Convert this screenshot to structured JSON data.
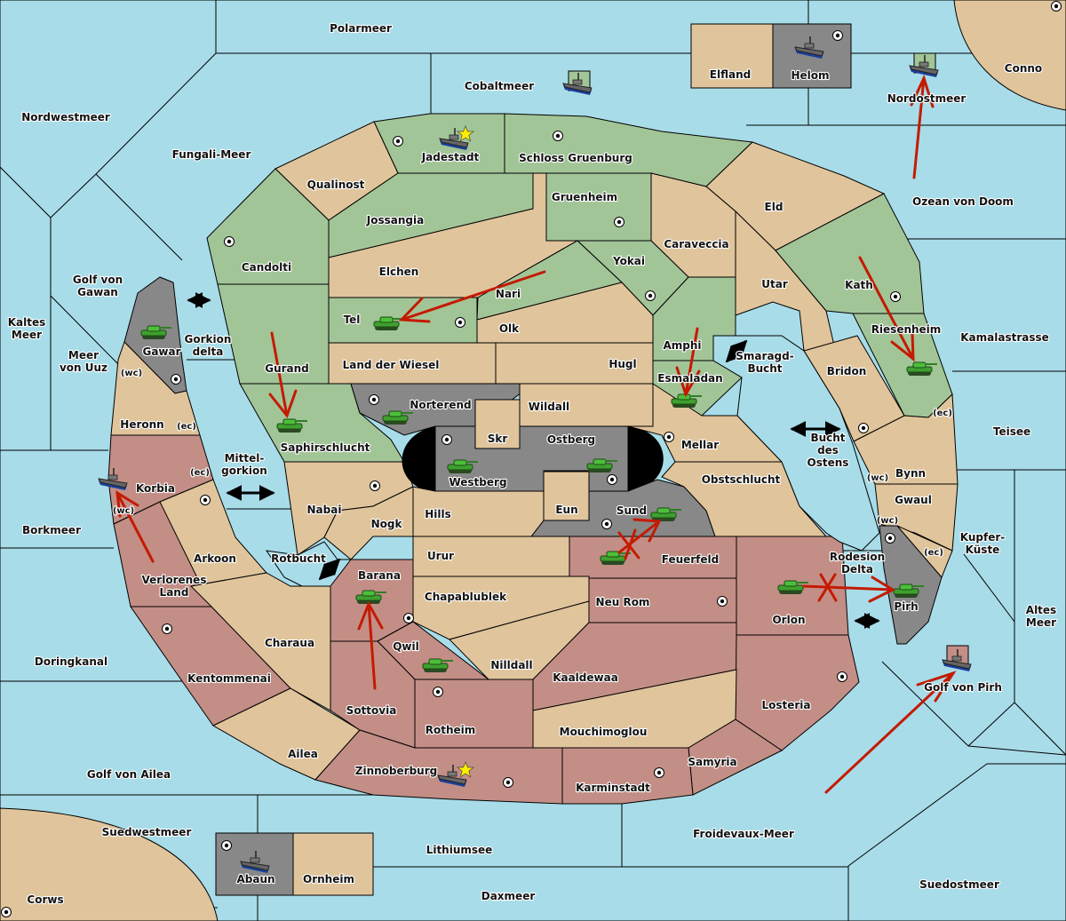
{
  "colors": {
    "sea": "#a8dce9",
    "neutral": "#e0c49b",
    "green_power": "#a2c598",
    "red_power": "#c38e86",
    "grey_power": "#888888",
    "order_arrow": "#c41a00"
  },
  "seas": [
    {
      "id": "polarmeer",
      "label": "Polarmeer"
    },
    {
      "id": "cobaltmeer",
      "label": "Cobaltmeer"
    },
    {
      "id": "nordwestmeer",
      "label": "Nordwestmeer"
    },
    {
      "id": "fungali-meer",
      "label": "Fungali-Meer"
    },
    {
      "id": "nordostmeer",
      "label": "Nordostmeer"
    },
    {
      "id": "ozean-von-doom",
      "label": "Ozean von Doom"
    },
    {
      "id": "golf-von-gawan",
      "label": "Golf von\nGawan"
    },
    {
      "id": "kaltes-meer",
      "label": "Kaltes\nMeer"
    },
    {
      "id": "meer-von-uuz",
      "label": "Meer\nvon Uuz"
    },
    {
      "id": "gorkion-delta",
      "label": "Gorkion\ndelta"
    },
    {
      "id": "mittel-gorkion",
      "label": "Mittel-\ngorkion"
    },
    {
      "id": "borkmeer",
      "label": "Borkmeer"
    },
    {
      "id": "rotbucht",
      "label": "Rotbucht"
    },
    {
      "id": "doringkanal",
      "label": "Doringkanal"
    },
    {
      "id": "golf-von-ailea",
      "label": "Golf von Ailea"
    },
    {
      "id": "suedwestmeer",
      "label": "Suedwestmeer"
    },
    {
      "id": "lithiumsee",
      "label": "Lithiumsee"
    },
    {
      "id": "daxmeer",
      "label": "Daxmeer"
    },
    {
      "id": "froidevaux-meer",
      "label": "Froidevaux-Meer"
    },
    {
      "id": "suedostmeer",
      "label": "Suedostmeer"
    },
    {
      "id": "golf-von-pirh",
      "label": "Golf von Pirh"
    },
    {
      "id": "altes-meer",
      "label": "Altes\nMeer"
    },
    {
      "id": "kupfer-kueste",
      "label": "Kupfer-\nKüste"
    },
    {
      "id": "rodesion-delta",
      "label": "Rodesion\nDelta"
    },
    {
      "id": "teisee",
      "label": "Teisee"
    },
    {
      "id": "kamalastrasse",
      "label": "Kamalastrasse"
    },
    {
      "id": "bucht-des-ostens",
      "label": "Bucht\ndes\nOstens"
    },
    {
      "id": "smaragd-bucht",
      "label": "Smaragd-\nBucht"
    }
  ],
  "lands": [
    {
      "id": "elfland",
      "label": "Elfland",
      "owner": "neutral"
    },
    {
      "id": "helom",
      "label": "Helom",
      "owner": "grey"
    },
    {
      "id": "conno",
      "label": "Conno",
      "owner": "neutral"
    },
    {
      "id": "jadestadt",
      "label": "Jadestadt",
      "owner": "green"
    },
    {
      "id": "schloss-gruenburg",
      "label": "Schloss Gruenburg",
      "owner": "green"
    },
    {
      "id": "qualinost",
      "label": "Qualinost",
      "owner": "neutral"
    },
    {
      "id": "jossangia",
      "label": "Jossangia",
      "owner": "green"
    },
    {
      "id": "gruenheim",
      "label": "Gruenheim",
      "owner": "green"
    },
    {
      "id": "eld",
      "label": "Eld",
      "owner": "neutral"
    },
    {
      "id": "caraveccia",
      "label": "Caraveccia",
      "owner": "neutral"
    },
    {
      "id": "candolti",
      "label": "Candolti",
      "owner": "green"
    },
    {
      "id": "elchen",
      "label": "Elchen",
      "owner": "neutral"
    },
    {
      "id": "yokai",
      "label": "Yokai",
      "owner": "green"
    },
    {
      "id": "nari",
      "label": "Nari",
      "owner": "green"
    },
    {
      "id": "utar",
      "label": "Utar",
      "owner": "neutral"
    },
    {
      "id": "kath",
      "label": "Kath",
      "owner": "green"
    },
    {
      "id": "tel",
      "label": "Tel",
      "owner": "green"
    },
    {
      "id": "olk",
      "label": "Olk",
      "owner": "neutral"
    },
    {
      "id": "amphi",
      "label": "Amphi",
      "owner": "green"
    },
    {
      "id": "riesenheim",
      "label": "Riesenheim",
      "owner": "green"
    },
    {
      "id": "gawar",
      "label": "Gawar",
      "owner": "grey"
    },
    {
      "id": "gurand",
      "label": "Gurand",
      "owner": "green"
    },
    {
      "id": "land-der-wiesel",
      "label": "Land der Wiesel",
      "owner": "neutral"
    },
    {
      "id": "hugl",
      "label": "Hugl",
      "owner": "neutral"
    },
    {
      "id": "esmaladan",
      "label": "Esmaladan",
      "owner": "green"
    },
    {
      "id": "bridon",
      "label": "Bridon",
      "owner": "neutral"
    },
    {
      "id": "norterend",
      "label": "Norterend",
      "owner": "grey"
    },
    {
      "id": "wildall",
      "label": "Wildall",
      "owner": "neutral"
    },
    {
      "id": "skr",
      "label": "Skr",
      "owner": "neutral"
    },
    {
      "id": "heronn",
      "label": "Heronn",
      "owner": "neutral"
    },
    {
      "id": "saphirschlucht",
      "label": "Saphirschlucht",
      "owner": "green"
    },
    {
      "id": "ostberg",
      "label": "Ostberg",
      "owner": "grey"
    },
    {
      "id": "mellar",
      "label": "Mellar",
      "owner": "neutral"
    },
    {
      "id": "westberg",
      "label": "Westberg",
      "owner": "grey"
    },
    {
      "id": "korbia",
      "label": "Korbia",
      "owner": "red"
    },
    {
      "id": "obstschlucht",
      "label": "Obstschlucht",
      "owner": "neutral"
    },
    {
      "id": "bynn",
      "label": "Bynn",
      "owner": "neutral"
    },
    {
      "id": "gwaul",
      "label": "Gwaul",
      "owner": "neutral"
    },
    {
      "id": "nabai",
      "label": "Nabai",
      "owner": "neutral"
    },
    {
      "id": "hills",
      "label": "Hills",
      "owner": "neutral"
    },
    {
      "id": "eun",
      "label": "Eun",
      "owner": "neutral"
    },
    {
      "id": "sund",
      "label": "Sund",
      "owner": "grey"
    },
    {
      "id": "nogk",
      "label": "Nogk",
      "owner": "neutral"
    },
    {
      "id": "arkoon",
      "label": "Arkoon",
      "owner": "neutral"
    },
    {
      "id": "urur",
      "label": "Urur",
      "owner": "neutral"
    },
    {
      "id": "feuerfeld",
      "label": "Feuerfeld",
      "owner": "red"
    },
    {
      "id": "barana",
      "label": "Barana",
      "owner": "red"
    },
    {
      "id": "verlorenes-land",
      "label": "Verlorenes\nLand",
      "owner": "red"
    },
    {
      "id": "chapablublek",
      "label": "Chapablublek",
      "owner": "neutral"
    },
    {
      "id": "neu-rom",
      "label": "Neu Rom",
      "owner": "red"
    },
    {
      "id": "orlon",
      "label": "Orlon",
      "owner": "red"
    },
    {
      "id": "pirh",
      "label": "Pirh",
      "owner": "grey"
    },
    {
      "id": "qwil",
      "label": "Qwil",
      "owner": "red"
    },
    {
      "id": "charaua",
      "label": "Charaua",
      "owner": "neutral"
    },
    {
      "id": "nilldall",
      "label": "Nilldall",
      "owner": "neutral"
    },
    {
      "id": "kentommenai",
      "label": "Kentommenai",
      "owner": "red"
    },
    {
      "id": "kaaldewaa",
      "label": "Kaaldewaa",
      "owner": "red"
    },
    {
      "id": "sottovia",
      "label": "Sottovia",
      "owner": "red"
    },
    {
      "id": "losteria",
      "label": "Losteria",
      "owner": "red"
    },
    {
      "id": "rotheim",
      "label": "Rotheim",
      "owner": "red"
    },
    {
      "id": "mouchimoglou",
      "label": "Mouchimoglou",
      "owner": "neutral"
    },
    {
      "id": "ailea",
      "label": "Ailea",
      "owner": "neutral"
    },
    {
      "id": "samyria",
      "label": "Samyria",
      "owner": "red"
    },
    {
      "id": "zinnoberburg",
      "label": "Zinnoberburg",
      "owner": "red"
    },
    {
      "id": "karminstadt",
      "label": "Karminstadt",
      "owner": "red"
    },
    {
      "id": "abaun",
      "label": "Abaun",
      "owner": "grey"
    },
    {
      "id": "ornheim",
      "label": "Ornheim",
      "owner": "neutral"
    },
    {
      "id": "corws",
      "label": "Corws",
      "owner": "neutral"
    }
  ],
  "coast_tags": {
    "wc": "(wc)",
    "ec": "(ec)"
  },
  "units": [
    {
      "type": "fleet",
      "owner": "grey",
      "location": "Helom"
    },
    {
      "type": "fleet",
      "owner": "green",
      "location": "Cobaltmeer (build)"
    },
    {
      "type": "fleet",
      "owner": "green",
      "location": "Jadestadt",
      "capital": true
    },
    {
      "type": "fleet",
      "owner": "green",
      "location": "Nordostmeer"
    },
    {
      "type": "army",
      "owner": "grey",
      "location": "Gawar"
    },
    {
      "type": "army",
      "owner": "green",
      "location": "Tel"
    },
    {
      "type": "army",
      "owner": "green",
      "location": "Saphirschlucht"
    },
    {
      "type": "army",
      "owner": "grey",
      "location": "Norterend"
    },
    {
      "type": "army",
      "owner": "green",
      "location": "Esmaladan"
    },
    {
      "type": "army",
      "owner": "green",
      "location": "Riesenheim"
    },
    {
      "type": "army",
      "owner": "grey",
      "location": "Westberg"
    },
    {
      "type": "army",
      "owner": "grey",
      "location": "Ostberg"
    },
    {
      "type": "army",
      "owner": "grey",
      "location": "Sund"
    },
    {
      "type": "army",
      "owner": "red",
      "location": "Feuerfeld"
    },
    {
      "type": "fleet",
      "owner": "red",
      "location": "Korbia (wc)"
    },
    {
      "type": "army",
      "owner": "red",
      "location": "Barana"
    },
    {
      "type": "army",
      "owner": "red",
      "location": "Qwil"
    },
    {
      "type": "army",
      "owner": "red",
      "location": "Orlon"
    },
    {
      "type": "army",
      "owner": "grey",
      "location": "Pirh"
    },
    {
      "type": "fleet",
      "owner": "red",
      "location": "Golf von Pirh"
    },
    {
      "type": "fleet",
      "owner": "red",
      "location": "Zinnoberburg",
      "capital": true
    },
    {
      "type": "fleet",
      "owner": "grey",
      "location": "Abaun"
    }
  ],
  "orders": [
    {
      "from": "Ozean von Doom",
      "to": "Nordostmeer",
      "result": "success"
    },
    {
      "from": "Nari",
      "to": "Tel",
      "result": "success"
    },
    {
      "from": "Gurand",
      "to": "Saphirschlucht",
      "result": "success"
    },
    {
      "from": "Amphi",
      "to": "Esmaladan",
      "result": "success"
    },
    {
      "from": "Kath",
      "to": "Riesenheim",
      "result": "success"
    },
    {
      "from": "Verlorenes Land",
      "to": "Korbia",
      "result": "success"
    },
    {
      "from": "Sottovia",
      "to": "Barana",
      "result": "success"
    },
    {
      "from": "Feuerfeld",
      "to": "Sund",
      "result": "failed"
    },
    {
      "from": "Orlon",
      "to": "Pirh",
      "result": "failed"
    },
    {
      "from": "Froidevaux-Meer",
      "to": "Golf von Pirh",
      "result": "success"
    }
  ]
}
